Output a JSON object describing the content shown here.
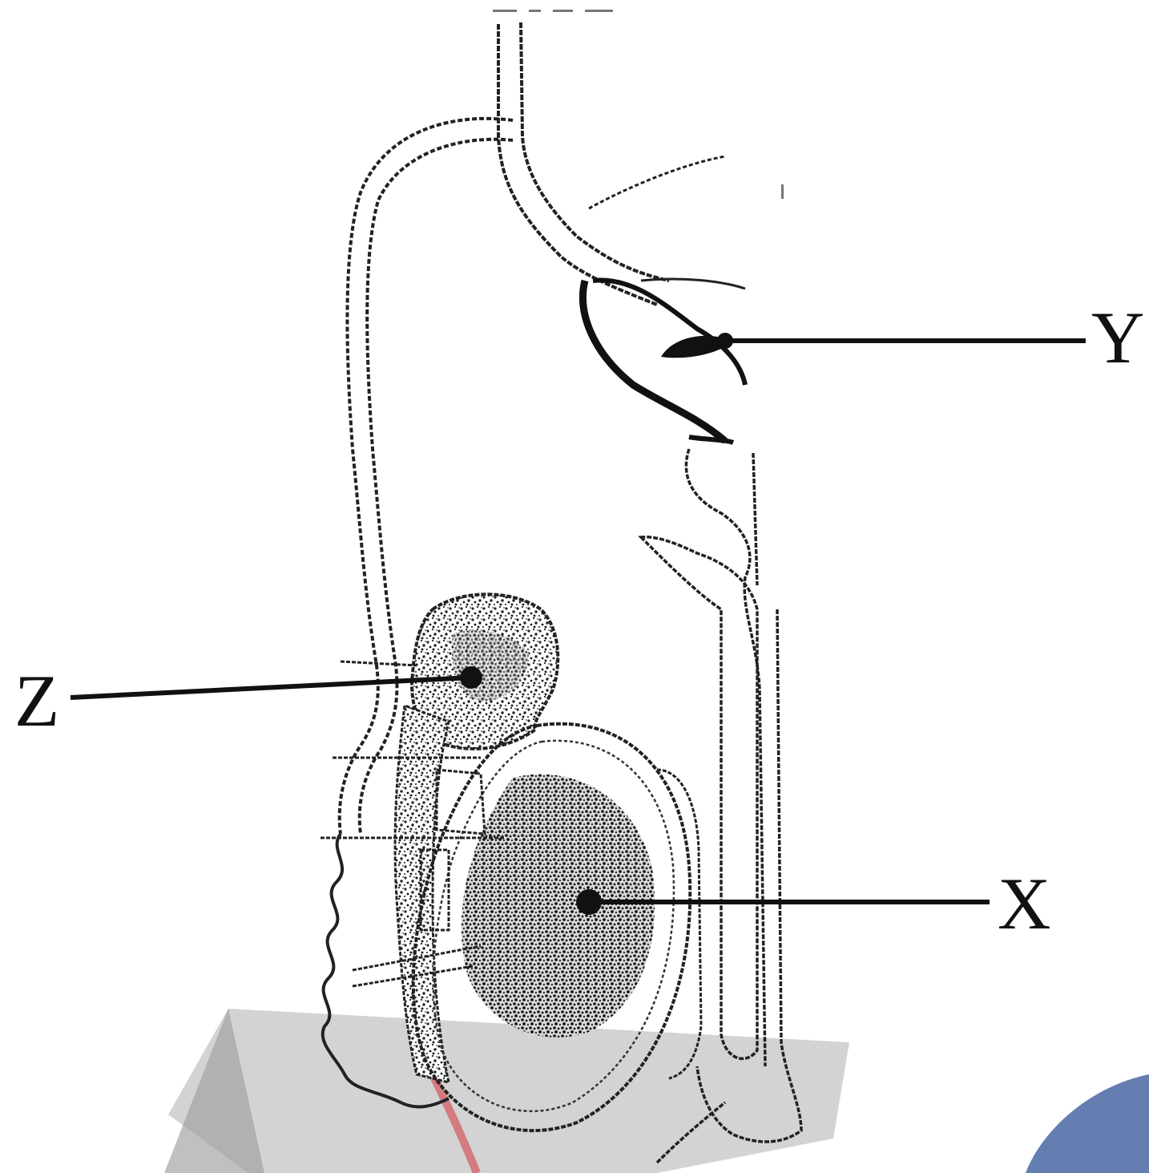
{
  "labels": {
    "x": "X",
    "y": "Y",
    "z": "Z"
  },
  "colors": {
    "ink": "#111111",
    "watermark_gray": "#9a9a9a",
    "watermark_red": "#d0454a",
    "watermark_blue": "#3f5f9e"
  }
}
